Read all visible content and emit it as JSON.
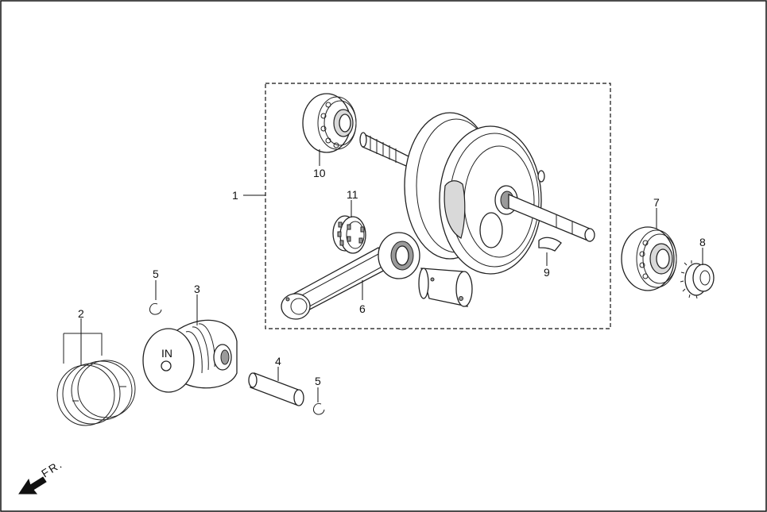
{
  "diagram": {
    "callouts": [
      {
        "id": "c1",
        "label": "1"
      },
      {
        "id": "c2",
        "label": "2"
      },
      {
        "id": "c3",
        "label": "3"
      },
      {
        "id": "c4",
        "label": "4"
      },
      {
        "id": "c5a",
        "label": "5"
      },
      {
        "id": "c5b",
        "label": "5"
      },
      {
        "id": "c6",
        "label": "6"
      },
      {
        "id": "c7",
        "label": "7"
      },
      {
        "id": "c8",
        "label": "8"
      },
      {
        "id": "c9",
        "label": "9"
      },
      {
        "id": "c10",
        "label": "10"
      },
      {
        "id": "c11",
        "label": "11"
      }
    ],
    "piston_marking": "IN",
    "direction_label": "FR."
  }
}
